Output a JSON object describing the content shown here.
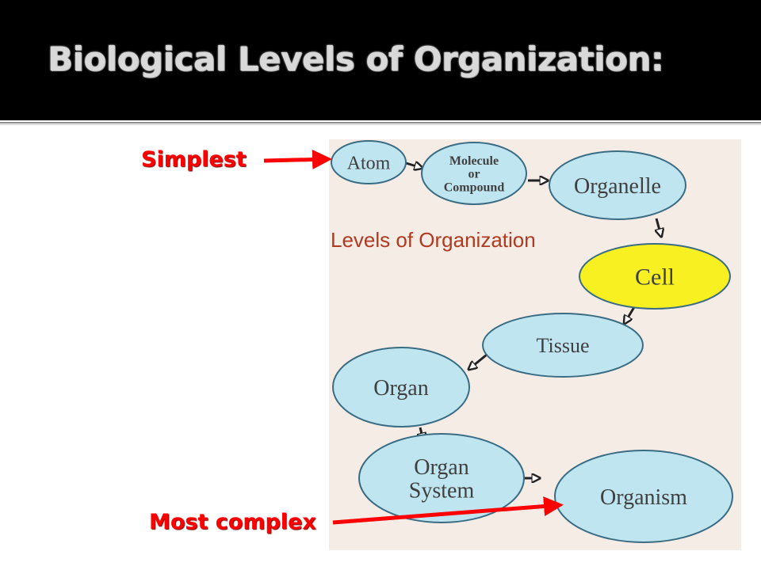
{
  "slide": {
    "title": "Biological Levels of Organization:"
  },
  "labels": {
    "simplest": "Simplest",
    "most_complex": "Most complex"
  },
  "diagram": {
    "heading": "Levels of Organization",
    "nodes": [
      {
        "lines": [
          "Atom"
        ],
        "color": "#bfe5f0"
      },
      {
        "lines": [
          "Molecule",
          "or",
          "Compound"
        ],
        "color": "#bfe5f0"
      },
      {
        "lines": [
          "Organelle"
        ],
        "color": "#bfe5f0"
      },
      {
        "lines": [
          "Cell"
        ],
        "color": "#f8f020"
      },
      {
        "lines": [
          "Tissue"
        ],
        "color": "#bfe5f0"
      },
      {
        "lines": [
          "Organ"
        ],
        "color": "#bfe5f0"
      },
      {
        "lines": [
          "Organ",
          "System"
        ],
        "color": "#bfe5f0"
      },
      {
        "lines": [
          "Organism"
        ],
        "color": "#bfe5f0"
      }
    ]
  },
  "colors": {
    "annotation": "#ff0000",
    "node_stroke": "#3a6c84",
    "highlight": "#f8f020"
  }
}
